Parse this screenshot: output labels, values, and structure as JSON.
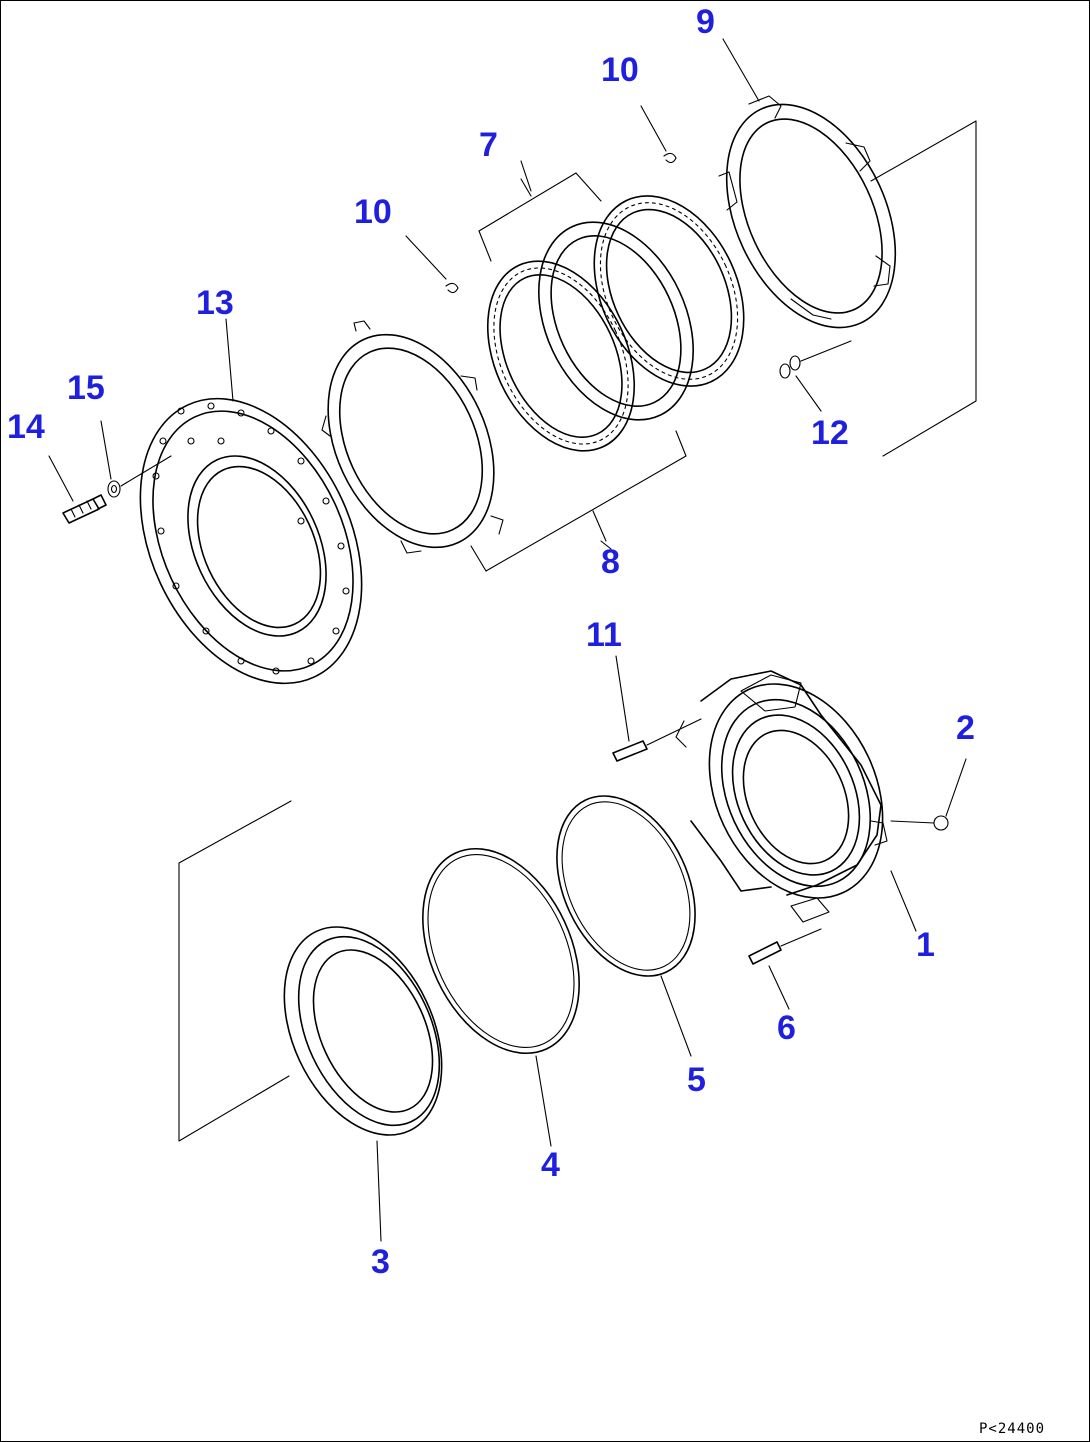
{
  "callouts": {
    "c1": "1",
    "c2": "2",
    "c3": "3",
    "c4": "4",
    "c5": "5",
    "c6": "6",
    "c7": "7",
    "c8": "8",
    "c9": "9",
    "c10a": "10",
    "c10b": "10",
    "c11": "11",
    "c12": "12",
    "c13": "13",
    "c14": "14",
    "c15": "15"
  },
  "drawing_code": "P<24400"
}
